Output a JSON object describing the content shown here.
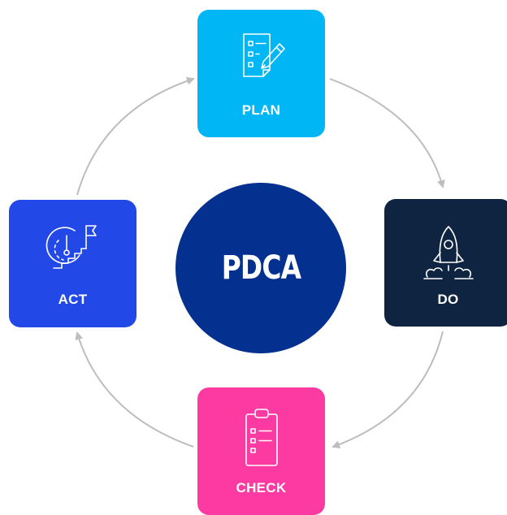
{
  "center": {
    "label": "PDCA"
  },
  "stages": [
    {
      "label": "PLAN",
      "icon": "checklist-pencil-icon",
      "color": "#00b6f5"
    },
    {
      "label": "DO",
      "icon": "rocket-icon",
      "color": "#0e2440"
    },
    {
      "label": "CHECK",
      "icon": "clipboard-checklist-icon",
      "color": "#fc3aa1"
    },
    {
      "label": "ACT",
      "icon": "clock-stairs-flag-icon",
      "color": "#2248e8"
    }
  ],
  "colors": {
    "center": "#04318f",
    "arrow": "#bdbdbd",
    "background": "#ffffff"
  }
}
